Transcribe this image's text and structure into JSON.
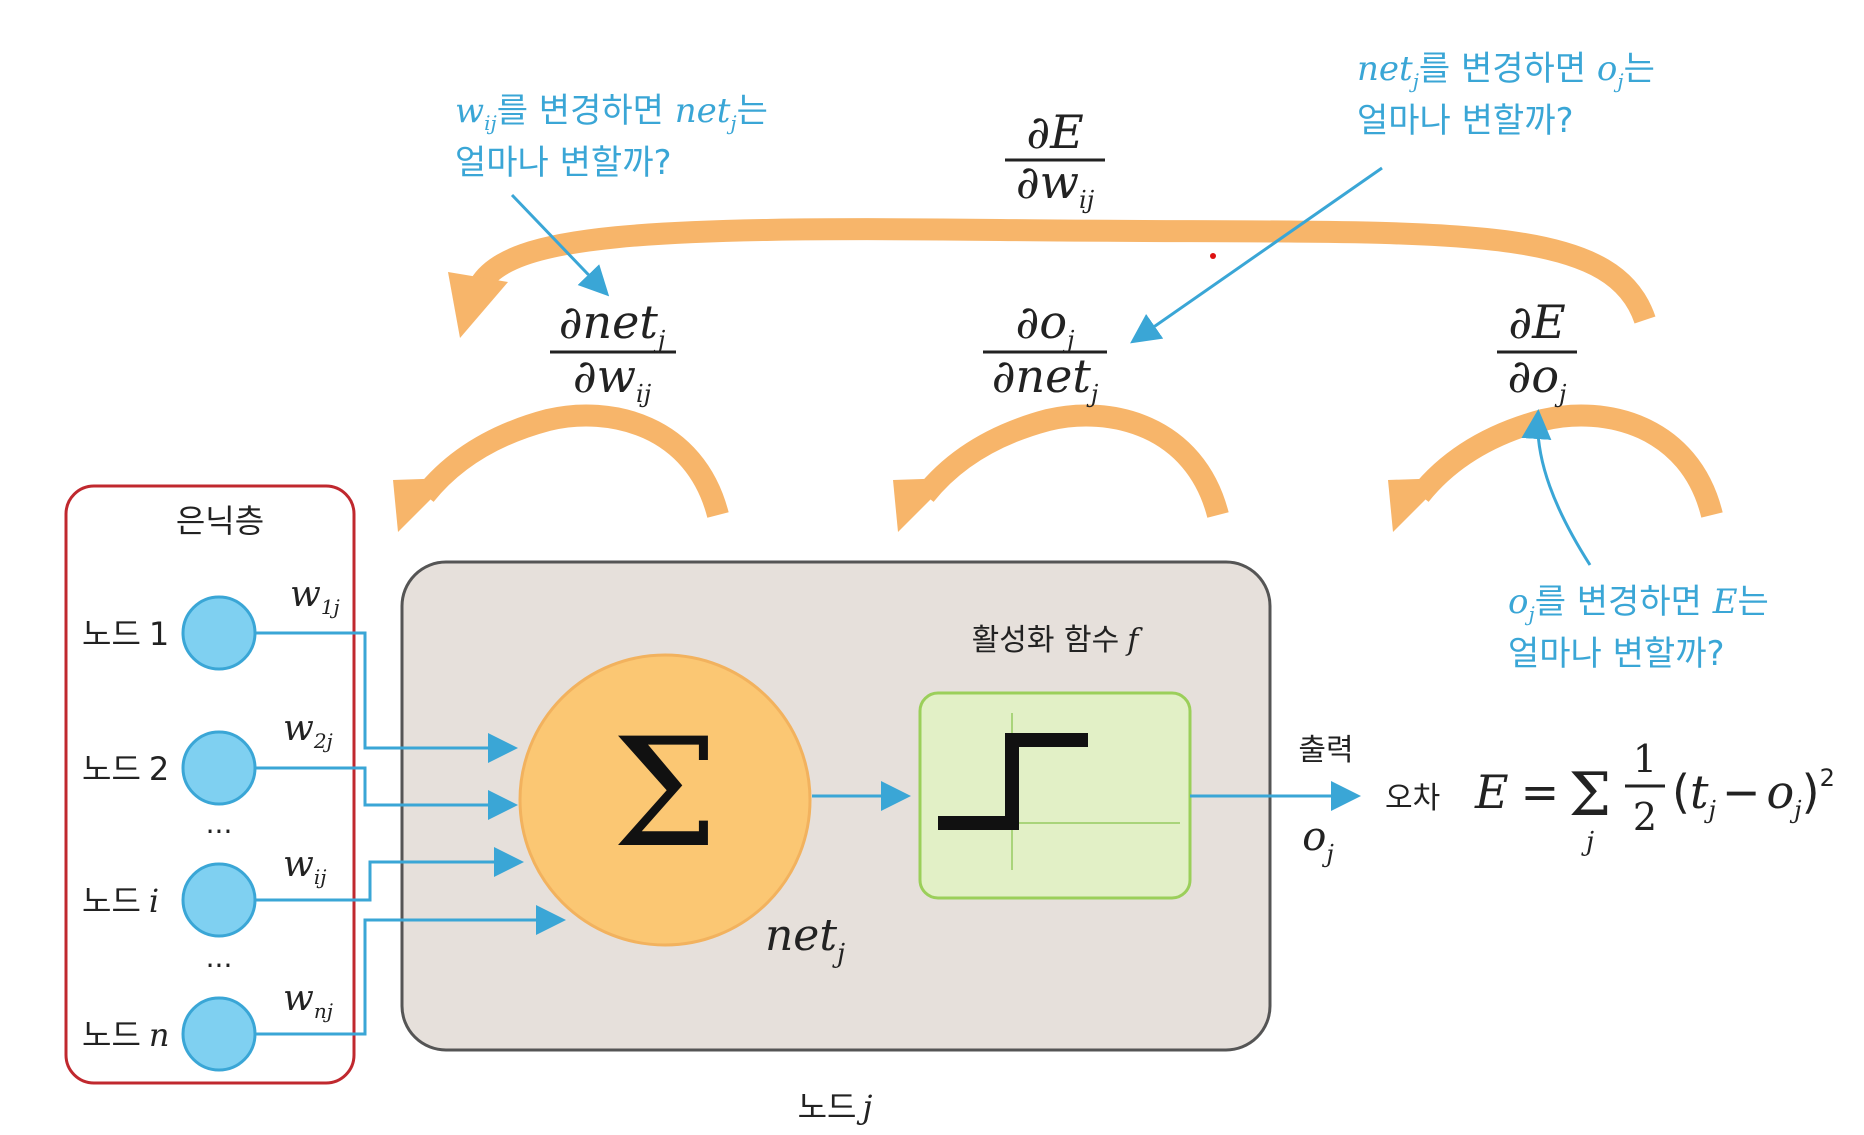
{
  "hidden_layer": {
    "title": "은닉층",
    "nodes": [
      {
        "label": "노드",
        "index": "1",
        "weight": "w",
        "weight_sub": "1j"
      },
      {
        "label": "노드",
        "index": "2",
        "weight": "w",
        "weight_sub": "2j"
      },
      {
        "label": "노드",
        "index": "i",
        "weight": "w",
        "weight_sub": "ij"
      },
      {
        "label": "노드",
        "index": "n",
        "weight": "w",
        "weight_sub": "nj"
      }
    ],
    "ellipsis": "..."
  },
  "node_j": {
    "label": "노드",
    "index": "j",
    "sum_symbol": "Σ",
    "net": "net",
    "net_sub": "j",
    "activation_label": "활성화 함수",
    "activation_symbol": "f"
  },
  "output": {
    "label": "출력",
    "symbol": "o",
    "sub": "j"
  },
  "error": {
    "label": "오차",
    "formula_lhs": "E",
    "equals": "=",
    "sigma": "Σ",
    "sigma_sub": "j",
    "half_num": "1",
    "half_den": "2",
    "paren_open": "(",
    "t": "t",
    "t_sub": "j",
    "minus": "−",
    "o": "o",
    "o_sub": "j",
    "paren_close": ")",
    "power": "2"
  },
  "partials": {
    "dE_dw": {
      "num": "∂E",
      "den": "∂w",
      "den_sub": "ij"
    },
    "dnet_dw": {
      "num": "∂net",
      "num_sub": "j",
      "den": "∂w",
      "den_sub": "ij"
    },
    "do_dnet": {
      "num": "∂o",
      "num_sub": "j",
      "den": "∂net",
      "den_sub": "j"
    },
    "dE_do": {
      "num": "∂E",
      "den": "∂o",
      "den_sub": "j"
    }
  },
  "annotations": {
    "left": {
      "var": "w",
      "var_sub": "ij",
      "line1_mid": "를 변경하면 ",
      "var2": "net",
      "var2_sub": "j",
      "line1_end": "는",
      "line2": "얼마나 변할까?"
    },
    "middle": {
      "var": "net",
      "var_sub": "j",
      "line1_mid": "를 변경하면 ",
      "var2": "o",
      "var2_sub": "j",
      "line1_end": "는",
      "line2": "얼마나 변할까?"
    },
    "right": {
      "var": "o",
      "var_sub": "j",
      "line1_mid": "를 변경하면 ",
      "var2": "E",
      "line1_end": "는",
      "line2": "얼마나 변할까?"
    }
  },
  "colors": {
    "annotation_blue": "#3aa6d6",
    "arrow_orange": "#f7b56a",
    "node_fill": "#7fd0f1",
    "node_stroke": "#3aa6d6",
    "hidden_border": "#c0282e",
    "box_fill": "#e6e0db",
    "sum_fill": "#fbc773",
    "activation_fill": "#e2f0c6",
    "activation_stroke": "#9bcf5a"
  }
}
